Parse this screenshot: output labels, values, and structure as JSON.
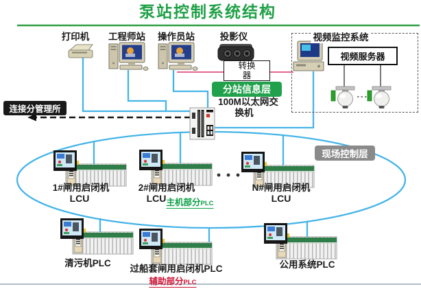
{
  "title": "泵站控制系统结构",
  "top_row": {
    "printer": "打印机",
    "engineer_station": "工程师站",
    "operator_station": "操作员站",
    "projector": "投影仪",
    "converter": "转换器",
    "substation_badge": "分站信息层",
    "ethernet_switch_line1": "100M以太网交",
    "ethernet_switch_line2": "换机",
    "left_link_badge": "连接分管理所"
  },
  "video_system": {
    "title": "视频监控系统",
    "server": "视频服务器"
  },
  "field_layer": {
    "badge": "现场控制层",
    "dots": "· · ·",
    "gate_plcs": [
      {
        "name": "1#闸用启闭机",
        "sub": "LCU"
      },
      {
        "name": "2#闸用启闭机",
        "sub": "LCU"
      },
      {
        "name": "N#闸用启闭机",
        "sub": "LCU"
      }
    ],
    "main_group_label": "主机部分",
    "main_group_suffix": "PLC",
    "aux_plcs": [
      "清污机PLC",
      "过船套闸用启闭机PLC",
      "公用系统PLC"
    ],
    "aux_group_label": "辅助部分",
    "aux_group_suffix": "PLC"
  },
  "colors": {
    "title_green": "#1fa046",
    "line_blue": "#45b4e8",
    "line_pink": "#e0517b",
    "badge_green": "#21a14b",
    "badge_gray": "#8a8a8a",
    "badge_black": "#1a1a1a",
    "main_label_green": "#0aa044",
    "aux_label_red": "#cc1133",
    "plc_rack_green": "#2f7d48"
  }
}
